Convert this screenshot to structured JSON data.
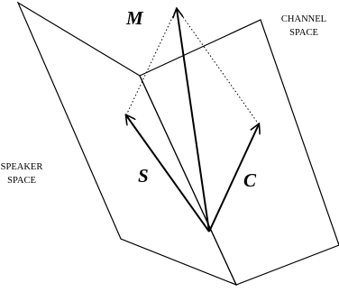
{
  "labels": {
    "channel_space": [
      "CHANNEL",
      "SPACE"
    ],
    "speaker_space": [
      "SPEAKER",
      "SPACE"
    ],
    "vector_m": "M",
    "vector_s": "S",
    "vector_c": "C"
  },
  "colors": {
    "stroke": "#000000",
    "background": "#ffffff"
  }
}
